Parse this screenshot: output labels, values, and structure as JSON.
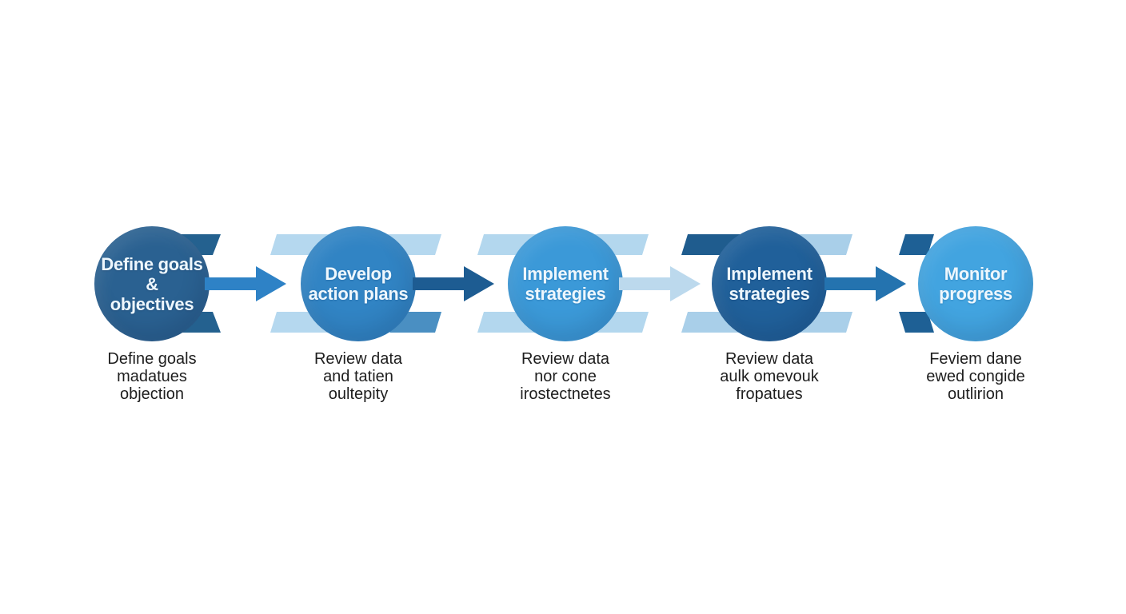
{
  "diagram": {
    "steps": [
      {
        "label": "Define goals &\nobjectives",
        "caption": "Define goals\nmadatues\nobjection",
        "circle_color": "#2a6191",
        "tab_dark": "#24618f",
        "tab_light": "#aed3ec"
      },
      {
        "label": "Develop\naction plans",
        "caption": "Review data\nand tatien\noultepity",
        "circle_color": "#3184c4",
        "tab_dark": "#4a8fc2",
        "tab_light": "#b5d8ef"
      },
      {
        "label": "Implement\nstrategies",
        "caption": "Review data\nnor cone\nirostectnetes",
        "circle_color": "#3b99d8",
        "tab_dark": "#7db8e0",
        "tab_light": "#b3d7ee"
      },
      {
        "label": "Implement\nstrategies",
        "caption": "Review data\naulk omevouk\nfropatues",
        "circle_color": "#20609a",
        "tab_dark": "#1f5c8e",
        "tab_light": "#a9cfe9"
      },
      {
        "label": "Monitor\nprogress",
        "caption": "Feviem dane\newed congide\noutlirion",
        "circle_color": "#42a4e0",
        "tab_dark": "#1e6095",
        "tab_light": "#bcd9ef"
      }
    ],
    "arrows": [
      {
        "color": "#2e82c6"
      },
      {
        "color": "#1d5c92"
      },
      {
        "color": "#bcd9ed"
      },
      {
        "color": "#2473af"
      }
    ]
  }
}
